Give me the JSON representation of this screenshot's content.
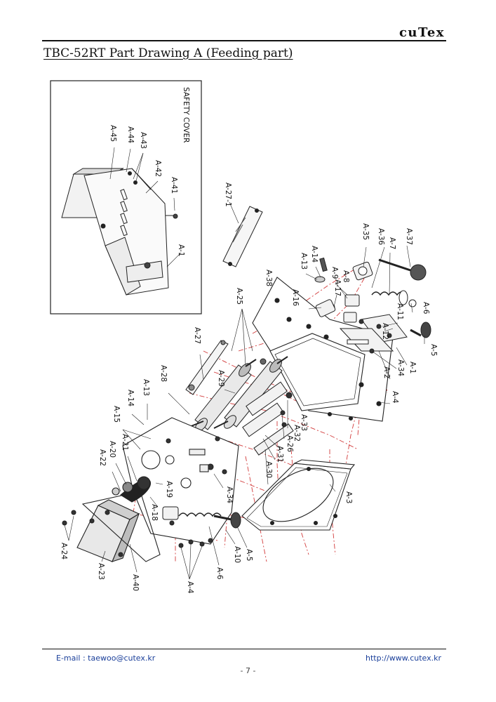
{
  "header": {
    "brand": "cuTex",
    "title": "TBC-52RT Part Drawing A (Feeding part)"
  },
  "drawing": {
    "inset_title": "SAFETY COVER",
    "labels": {
      "a45": "A-45",
      "a44": "A-44",
      "a43": "A-43",
      "a42": "A-42",
      "a41": "A-41",
      "a1_inset": "A-1",
      "a27_1": "A-27-1",
      "a37": "A-37",
      "a36": "A-36",
      "a7": "A-7",
      "a35": "A-35",
      "a14_top": "A-14",
      "a13_top": "A-13",
      "a9": "A-9",
      "a8": "A-8",
      "a17": "A-17",
      "a16": "A-16",
      "a38": "A-38",
      "a6_top": "A-6",
      "a11": "A-11",
      "a12": "A-12",
      "a5_top": "A-5",
      "a1": "A-1",
      "a34_top": "A-34",
      "a2": "A-2",
      "a4_top": "A-4",
      "a25": "A-25",
      "a27": "A-27",
      "a28": "A-28",
      "a29": "A-29",
      "a33": "A-33",
      "a32": "A-32",
      "a26": "A-26",
      "a31": "A-31",
      "a30": "A-30",
      "a3": "A-3",
      "a13_left": "A-13",
      "a14_left": "A-14",
      "a15": "A-15",
      "a21": "A-21",
      "a20": "A-20",
      "a22": "A-22",
      "a19": "A-19",
      "a18": "A-18",
      "a34_bottom": "A-34",
      "a24": "A-24",
      "a23": "A-23",
      "a40": "A-40",
      "a4_bottom": "A-4",
      "a6_bottom": "A-6",
      "a10": "A-10",
      "a5_bottom": "A-5"
    }
  },
  "footer": {
    "email": "E-mail : taewoo@cutex.kr",
    "website": "http://www.cutex.kr",
    "page": "- 7 -"
  }
}
